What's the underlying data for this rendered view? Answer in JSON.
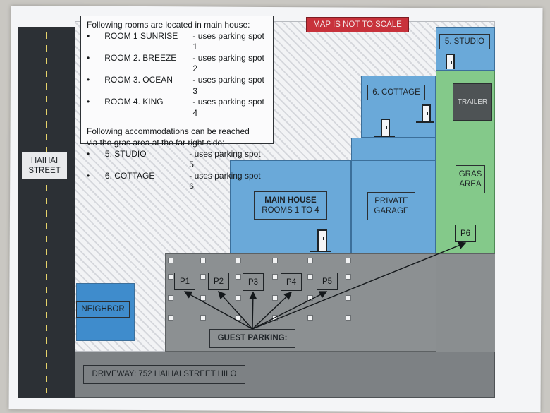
{
  "info": {
    "main_heading": "Following rooms are located in main house:",
    "rooms": [
      {
        "name": "ROOM 1 SUNRISE",
        "parking": "- uses parking spot 1"
      },
      {
        "name": "ROOM 2. BREEZE",
        "parking": "- uses parking spot 2"
      },
      {
        "name": "ROOM 3. OCEAN",
        "parking": "- uses parking spot 3"
      },
      {
        "name": "ROOM 4. KING",
        "parking": "- uses parking spot 4"
      }
    ],
    "acc_heading_1": "Following accommodations can be reached",
    "acc_heading_2": "via the gras area at the far right side:",
    "accommodations": [
      {
        "name": "5. STUDIO",
        "parking": "- uses parking spot 5"
      },
      {
        "name": "6. COTTAGE",
        "parking": "- uses parking spot 6"
      }
    ],
    "bullet": "•"
  },
  "badge": {
    "not_to_scale": "MAP IS NOT TO SCALE"
  },
  "labels": {
    "street_1": "HAIHAI",
    "street_2": "STREET",
    "neighbor": "NEIGHBOR",
    "main_house_1": "MAIN HOUSE",
    "main_house_2": "ROOMS 1 TO 4",
    "garage_1": "PRIVATE",
    "garage_2": "GARAGE",
    "cottage": "6. COTTAGE",
    "studio": "5. STUDIO",
    "trailer": "TRAILER",
    "gras_1": "GRAS",
    "gras_2": "AREA",
    "guest_parking": "GUEST PARKING:",
    "driveway": "DRIVEWAY: 752 HAIHAI STREET HILO"
  },
  "parking_spots": [
    "P1",
    "P2",
    "P3",
    "P4",
    "P5",
    "P6"
  ],
  "colors": {
    "building": "#6aa9d9",
    "grass": "#84c98a",
    "parking_lot": "#8c9092",
    "road": "#2c3035",
    "badge": "#c8323b"
  }
}
